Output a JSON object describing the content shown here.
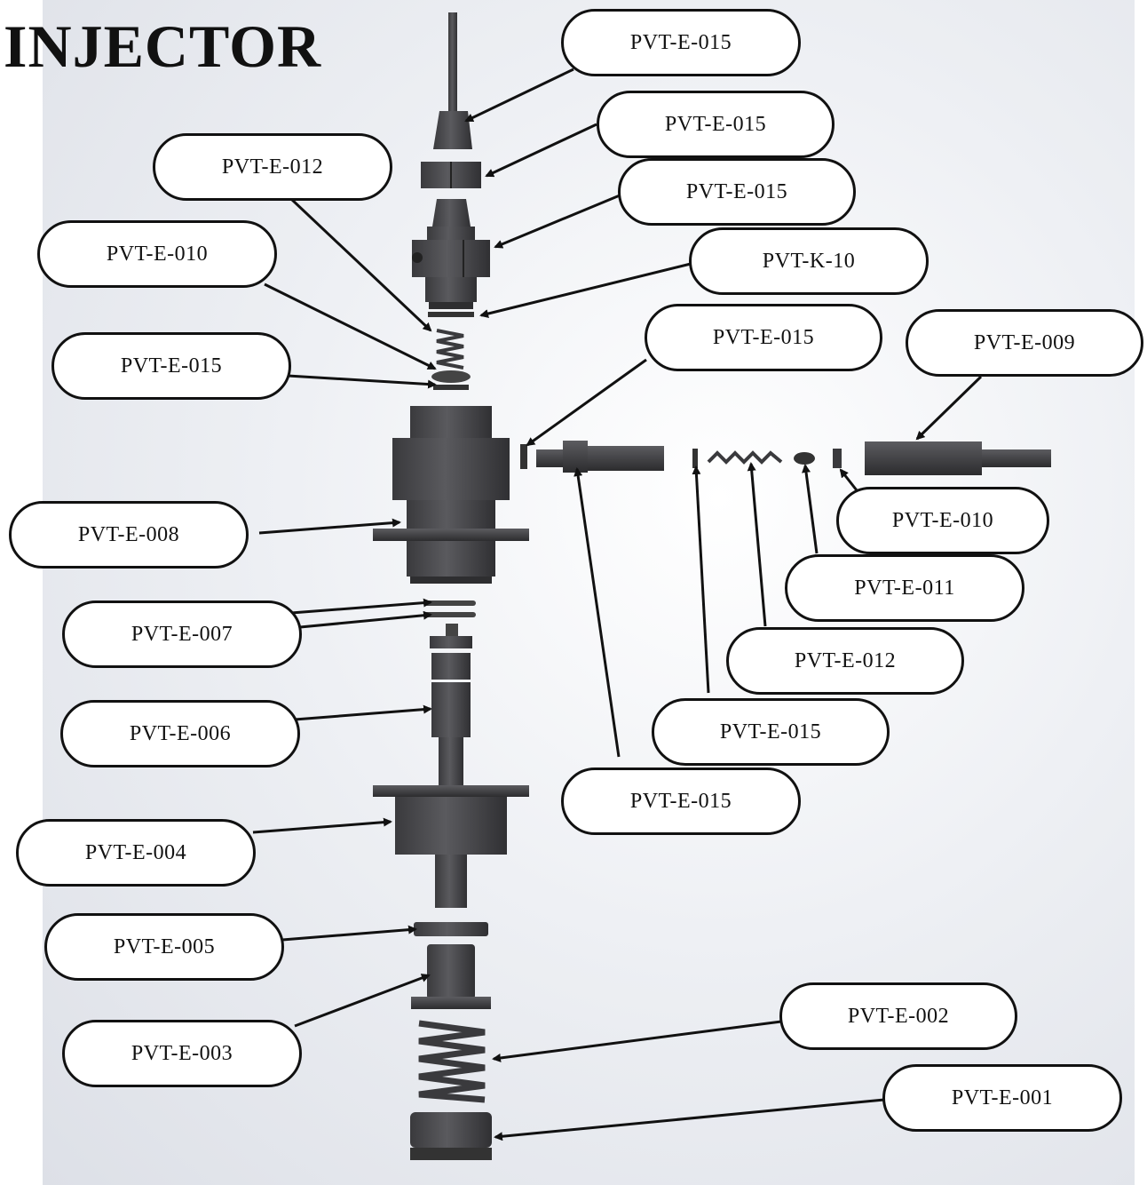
{
  "title": "INJECTOR",
  "colors": {
    "part": "#4a4a4d",
    "part_dark": "#2e2e30",
    "part_light": "#6a6a6e",
    "line": "#111111"
  },
  "callouts": [
    "PVT-E-015",
    "PVT-E-015",
    "PVT-E-012",
    "PVT-E-015",
    "PVT-E-010",
    "PVT-K-10",
    "PVT-E-015",
    "PVT-E-009",
    "PVT-E-015",
    "PVT-E-008",
    "PVT-E-010",
    "PVT-E-011",
    "PVT-E-007",
    "PVT-E-012",
    "PVT-E-006",
    "PVT-E-015",
    "PVT-E-015",
    "PVT-E-004",
    "PVT-E-005",
    "PVT-E-002",
    "PVT-E-003",
    "PVT-E-001"
  ]
}
